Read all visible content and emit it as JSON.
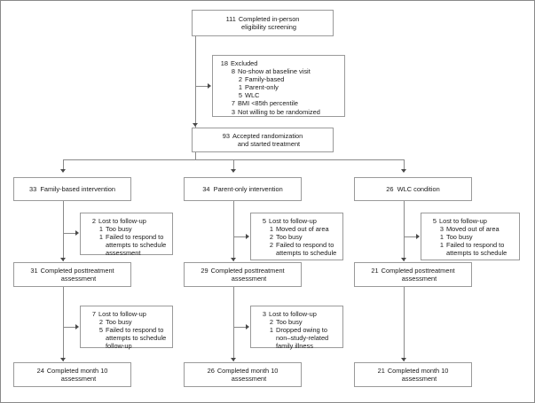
{
  "figure": {
    "type": "consort-flow-diagram",
    "colors": {
      "box_border": "#9a9a9a",
      "connector": "#8a8a8a",
      "arrow": "#4a4a4a",
      "text": "#1a1a1a",
      "background": "#ffffff"
    }
  },
  "screening": {
    "count": "111",
    "line1": "Completed in-person",
    "line2": "eligibility screening"
  },
  "excluded": {
    "lines": [
      {
        "num": "18",
        "label": "Excluded",
        "indent": 0
      },
      {
        "num": "8",
        "label": "No-show at baseline visit",
        "indent": 1
      },
      {
        "num": "2",
        "label": "Family-based",
        "indent": 2
      },
      {
        "num": "1",
        "label": "Parent-only",
        "indent": 2
      },
      {
        "num": "5",
        "label": "WLC",
        "indent": 2
      },
      {
        "num": "7",
        "label": "BMI <85th percentile",
        "indent": 1
      },
      {
        "num": "3",
        "label": "Not willing to be randomized",
        "indent": 1
      }
    ]
  },
  "randomized": {
    "count": "93",
    "line1": "Accepted randomization",
    "line2": "and started treatment"
  },
  "arms": [
    {
      "id": "family-based",
      "title_count": "33",
      "title_label": "Family-based intervention",
      "loss1": {
        "lines": [
          {
            "num": "2",
            "label": "Lost to follow-up",
            "indent": 0
          },
          {
            "num": "1",
            "label": "Too busy",
            "indent": 1
          },
          {
            "num": "1",
            "label": "Failed to respond to attempts to schedule assessment",
            "indent": 1
          }
        ]
      },
      "post": {
        "count": "31",
        "line1": "Completed posttreatment",
        "line2": "assessment"
      },
      "loss2": {
        "lines": [
          {
            "num": "7",
            "label": "Lost to follow-up",
            "indent": 0
          },
          {
            "num": "2",
            "label": "Too busy",
            "indent": 1
          },
          {
            "num": "5",
            "label": "Failed to respond to attempts to schedule follow-up",
            "indent": 1
          }
        ]
      },
      "final": {
        "count": "24",
        "line1": "Completed month 10",
        "line2": "assessment"
      }
    },
    {
      "id": "parent-only",
      "title_count": "34",
      "title_label": "Parent-only intervention",
      "loss1": {
        "lines": [
          {
            "num": "5",
            "label": "Lost to follow-up",
            "indent": 0
          },
          {
            "num": "1",
            "label": "Moved out of area",
            "indent": 1
          },
          {
            "num": "2",
            "label": "Too busy",
            "indent": 1
          },
          {
            "num": "2",
            "label": "Failed to respond to attempts to schedule",
            "indent": 1
          }
        ]
      },
      "post": {
        "count": "29",
        "line1": "Completed posttreatment",
        "line2": "assessment"
      },
      "loss2": {
        "lines": [
          {
            "num": "3",
            "label": "Lost to follow-up",
            "indent": 0
          },
          {
            "num": "2",
            "label": "Too busy",
            "indent": 1
          },
          {
            "num": "1",
            "label": "Dropped owing to non–study-related family illness",
            "indent": 1
          }
        ]
      },
      "final": {
        "count": "26",
        "line1": "Completed month 10",
        "line2": "assessment"
      }
    },
    {
      "id": "wlc",
      "title_count": "26",
      "title_label": "WLC condition",
      "loss1": {
        "lines": [
          {
            "num": "5",
            "label": "Lost to follow-up",
            "indent": 0
          },
          {
            "num": "3",
            "label": "Moved out of area",
            "indent": 1
          },
          {
            "num": "1",
            "label": "Too busy",
            "indent": 1
          },
          {
            "num": "1",
            "label": "Failed to respond to attempts to schedule",
            "indent": 1
          }
        ]
      },
      "post": {
        "count": "21",
        "line1": "Completed posttreatment",
        "line2": "assessment"
      },
      "loss2": null,
      "final": {
        "count": "21",
        "line1": "Completed month 10",
        "line2": "assessment"
      }
    }
  ]
}
